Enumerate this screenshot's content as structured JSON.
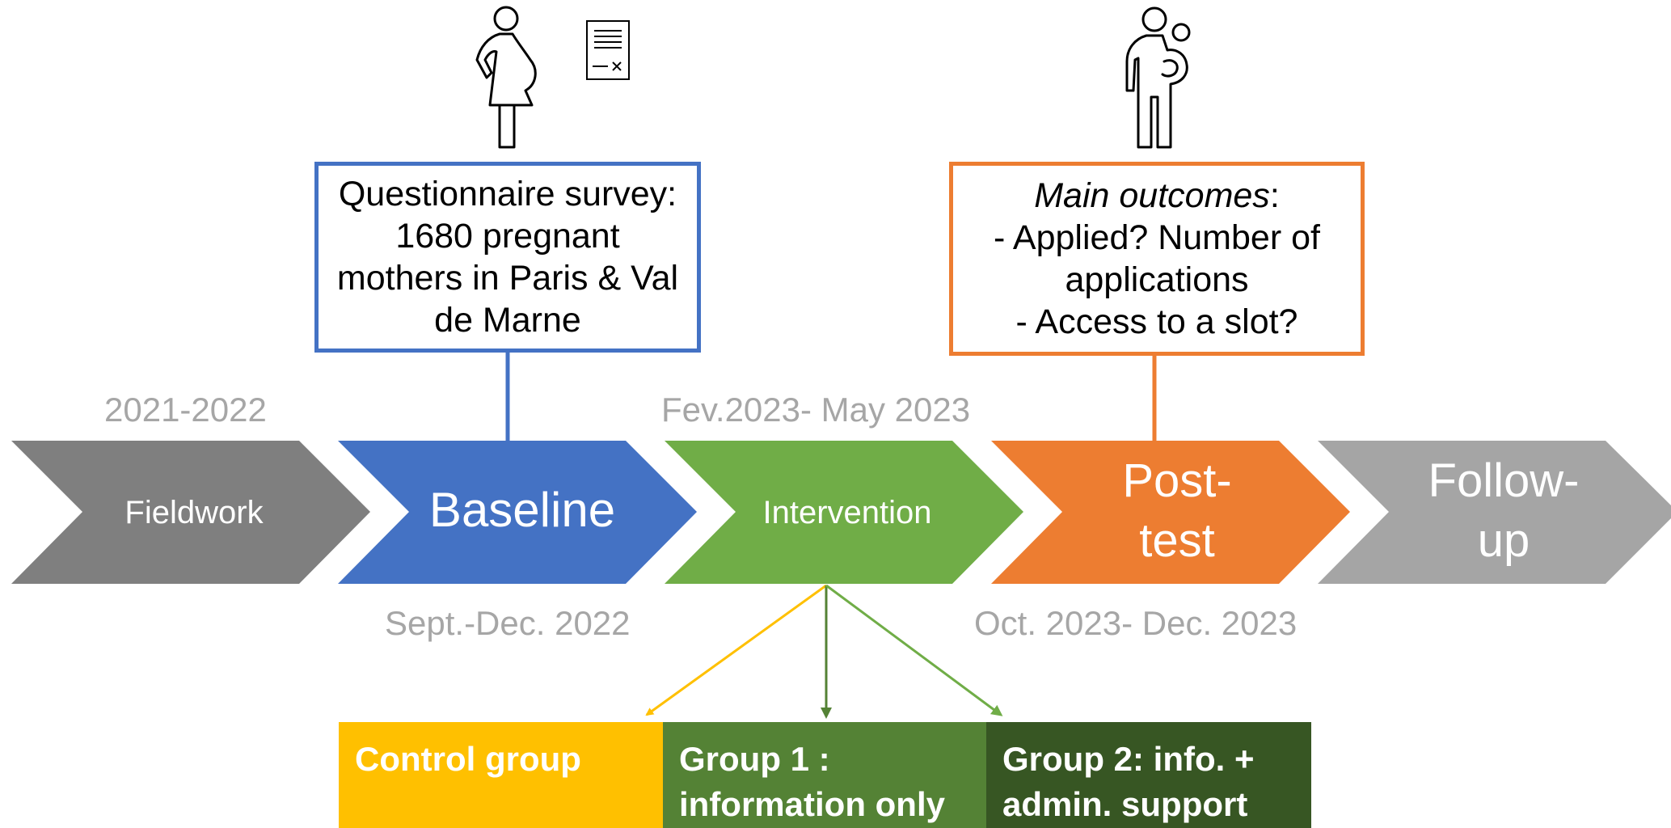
{
  "timeline": {
    "fieldwork": {
      "label": "Fieldwork",
      "color": "#7f7f7f"
    },
    "baseline": {
      "label": "Baseline",
      "color": "#4472c4"
    },
    "intervention": {
      "label": "Intervention",
      "color": "#70ad47"
    },
    "posttest": {
      "line1": "Post-",
      "line2": "test",
      "color": "#ed7d31"
    },
    "followup": {
      "line1": "Follow-",
      "line2": "up",
      "color": "#a5a5a5"
    }
  },
  "dates": {
    "fieldwork": "2021-2022",
    "intervention": "Fev.2023- May 2023",
    "baseline": "Sept.-Dec. 2022",
    "posttest": "Oct. 2023- Dec. 2023"
  },
  "baseline_box": {
    "lines": [
      "Questionnaire survey:",
      "1680 pregnant",
      "mothers in Paris & Val",
      "de Marne"
    ],
    "border_color": "#4472c4"
  },
  "outcomes_box": {
    "title_italic": "Main outcomes",
    "title_suffix": ":",
    "line2": "- Applied? Number of",
    "line3": "applications",
    "line4": "- Access to a slot?",
    "border_color": "#ed7d31"
  },
  "groups": [
    {
      "line1": "Control group",
      "line2": "",
      "color": "#ffc000",
      "arrow_color": "#ffc000"
    },
    {
      "line1": "Group 1 :",
      "line2": "information only",
      "color": "#548235",
      "arrow_color": "#548235"
    },
    {
      "line1": "Group 2: info. +",
      "line2": "admin. support",
      "color": "#375623",
      "arrow_color": "#70ad47"
    }
  ],
  "icons": {
    "pregnant": "pregnant-woman-icon",
    "document": "signed-document-icon",
    "parent": "parent-with-child-icon"
  }
}
